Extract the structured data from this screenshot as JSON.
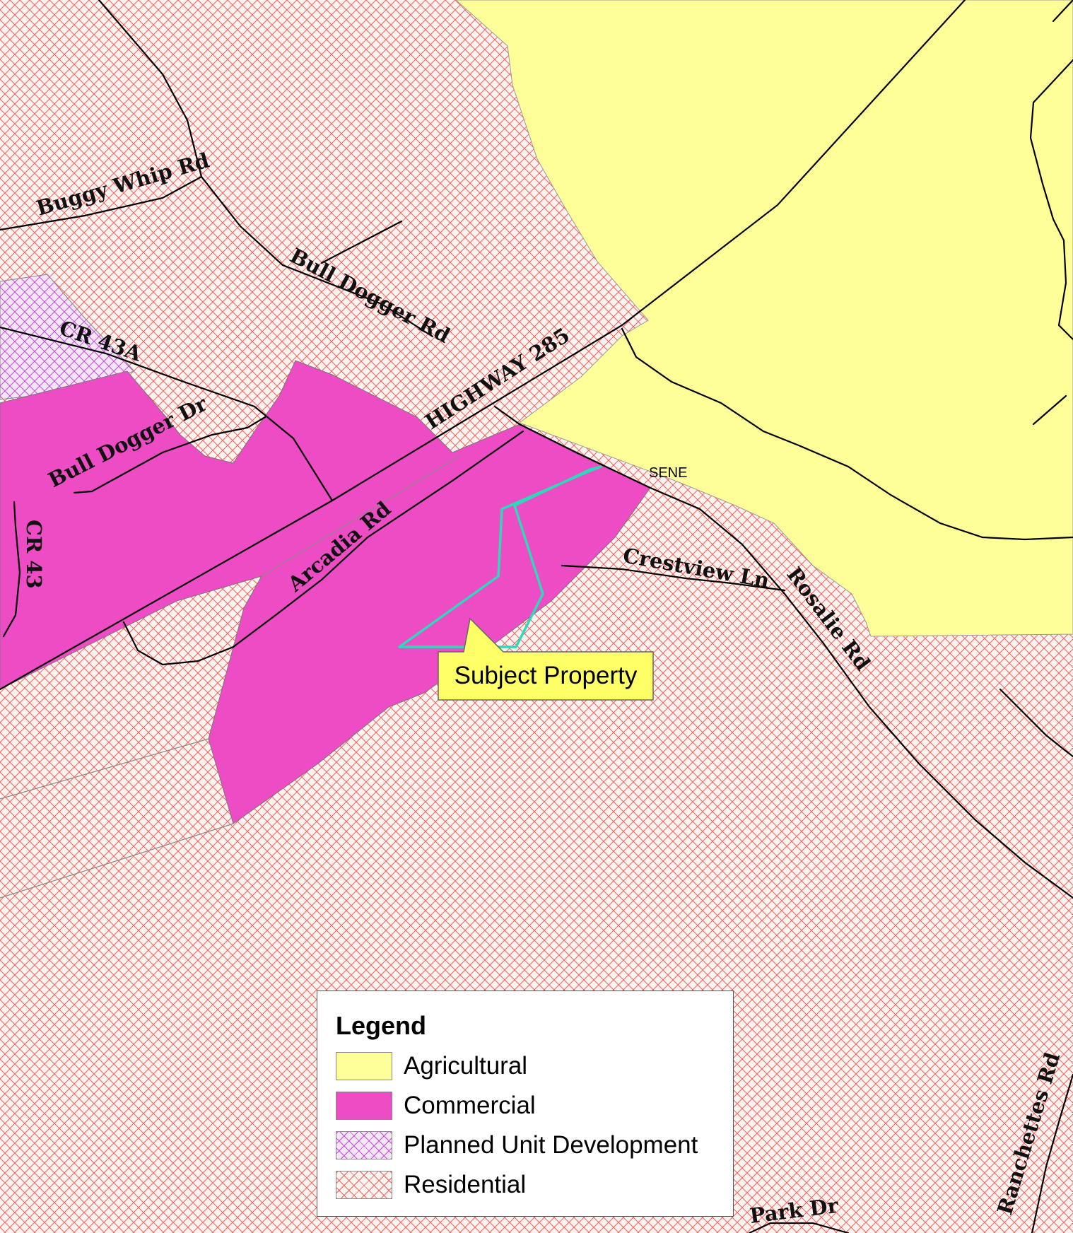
{
  "colors": {
    "agricultural": "#ffff99",
    "commercial": "#ee4cc4",
    "pud_hatch": "#c04cd9",
    "residential_hatch": "#f26060",
    "road": "#000000",
    "subject_outline": "#2ed9b9",
    "callout_fill": "#ffff66"
  },
  "roads": {
    "buggy_whip": "Buggy Whip Rd",
    "bull_dogger_rd": "Bull Dogger Rd",
    "cr43a": "CR 43A",
    "highway285": "HIGHWAY 285",
    "bull_dogger_dr": "Bull Dogger Dr",
    "cr43": "CR 43",
    "arcadia": "Arcadia Rd",
    "crestview": "Crestview Ln",
    "rosalie": "Rosalie Rd",
    "ranchettes": "Ranchettes Rd",
    "park": "Park Dr"
  },
  "labels": {
    "sene": "SENE",
    "subject_property": "Subject Property"
  },
  "legend": {
    "title": "Legend",
    "items": [
      {
        "label": "Agricultural",
        "swatch": "agricultural-swatch"
      },
      {
        "label": "Commercial",
        "swatch": "commercial-swatch"
      },
      {
        "label": "Planned Unit Development",
        "swatch": "pud-swatch"
      },
      {
        "label": "Residential",
        "swatch": "residential-swatch"
      }
    ]
  }
}
